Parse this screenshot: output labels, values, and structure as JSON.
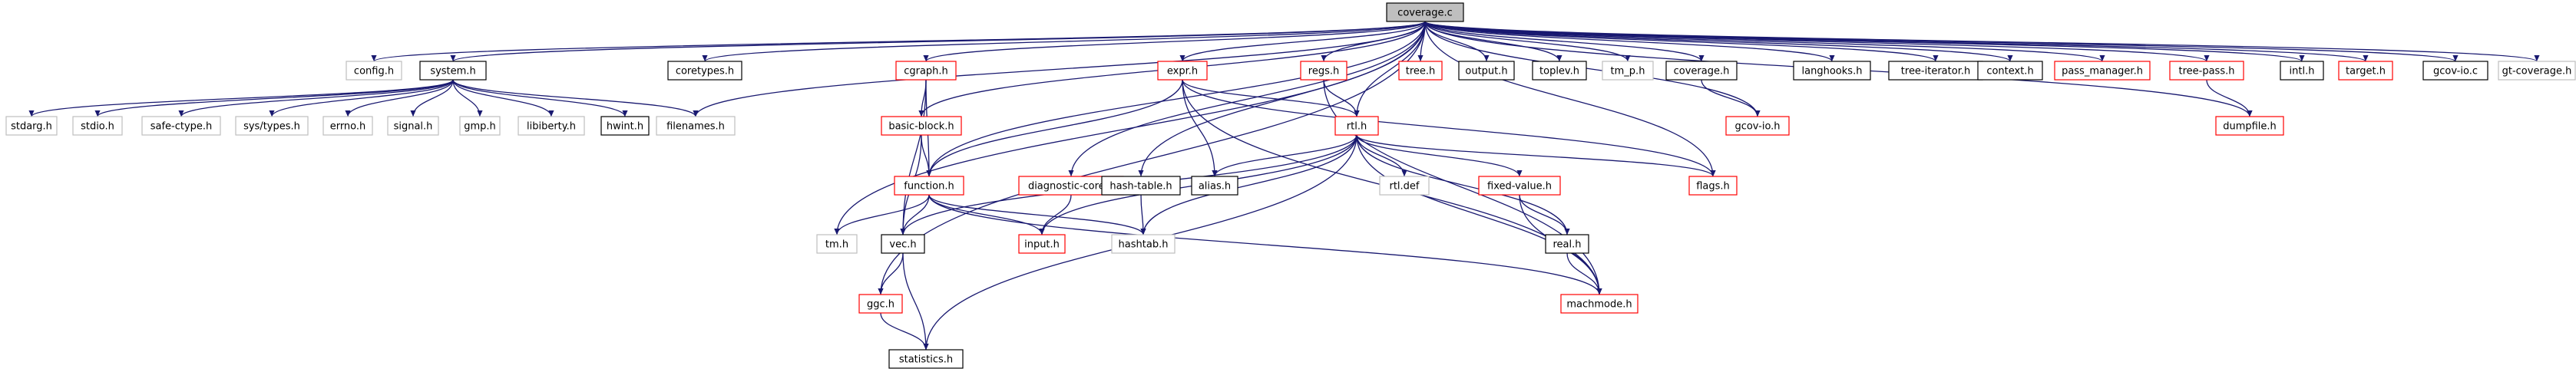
{
  "nodes": [
    {
      "id": "coverage_c",
      "label": "coverage.c",
      "style": "root"
    },
    {
      "id": "config_h",
      "label": "config.h",
      "style": "gray"
    },
    {
      "id": "system_h",
      "label": "system.h",
      "style": "black"
    },
    {
      "id": "filenames_h",
      "label": "filenames.h",
      "style": "gray"
    },
    {
      "id": "coretypes_h",
      "label": "coretypes.h",
      "style": "black"
    },
    {
      "id": "cgraph_h",
      "label": "cgraph.h",
      "style": "red"
    },
    {
      "id": "expr_h",
      "label": "expr.h",
      "style": "red"
    },
    {
      "id": "regs_h",
      "label": "regs.h",
      "style": "red"
    },
    {
      "id": "tree_h",
      "label": "tree.h",
      "style": "red"
    },
    {
      "id": "output_h",
      "label": "output.h",
      "style": "black"
    },
    {
      "id": "toplev_h",
      "label": "toplev.h",
      "style": "black"
    },
    {
      "id": "tm_p_h",
      "label": "tm_p.h",
      "style": "gray"
    },
    {
      "id": "coverage_h",
      "label": "coverage.h",
      "style": "black"
    },
    {
      "id": "langhooks_h",
      "label": "langhooks.h",
      "style": "black"
    },
    {
      "id": "tree_iterator_h",
      "label": "tree-iterator.h",
      "style": "black"
    },
    {
      "id": "context_h",
      "label": "context.h",
      "style": "black"
    },
    {
      "id": "pass_manager_h",
      "label": "pass_manager.h",
      "style": "red"
    },
    {
      "id": "tree_pass_h",
      "label": "tree-pass.h",
      "style": "red"
    },
    {
      "id": "intl_h",
      "label": "intl.h",
      "style": "black"
    },
    {
      "id": "target_h",
      "label": "target.h",
      "style": "red"
    },
    {
      "id": "gcov_io_c",
      "label": "gcov-io.c",
      "style": "black"
    },
    {
      "id": "gt_coverage_h",
      "label": "gt-coverage.h",
      "style": "gray"
    },
    {
      "id": "stdarg_h",
      "label": "stdarg.h",
      "style": "gray"
    },
    {
      "id": "stdio_h",
      "label": "stdio.h",
      "style": "gray"
    },
    {
      "id": "safe_ctype_h",
      "label": "safe-ctype.h",
      "style": "gray"
    },
    {
      "id": "sys_types_h",
      "label": "sys/types.h",
      "style": "gray"
    },
    {
      "id": "errno_h",
      "label": "errno.h",
      "style": "gray"
    },
    {
      "id": "signal_h",
      "label": "signal.h",
      "style": "gray"
    },
    {
      "id": "gmp_h",
      "label": "gmp.h",
      "style": "gray"
    },
    {
      "id": "libiberty_h",
      "label": "libiberty.h",
      "style": "gray"
    },
    {
      "id": "hwint_h",
      "label": "hwint.h",
      "style": "black"
    },
    {
      "id": "basic_block_h",
      "label": "basic-block.h",
      "style": "red"
    },
    {
      "id": "function_h",
      "label": "function.h",
      "style": "red"
    },
    {
      "id": "diagnostic_core_h",
      "label": "diagnostic-core.h",
      "style": "red"
    },
    {
      "id": "hash_table_h",
      "label": "hash-table.h",
      "style": "black"
    },
    {
      "id": "alias_h",
      "label": "alias.h",
      "style": "black"
    },
    {
      "id": "rtl_h",
      "label": "rtl.h",
      "style": "red"
    },
    {
      "id": "rtl_def",
      "label": "rtl.def",
      "style": "gray"
    },
    {
      "id": "fixed_value_h",
      "label": "fixed-value.h",
      "style": "red"
    },
    {
      "id": "flags_h",
      "label": "flags.h",
      "style": "red"
    },
    {
      "id": "gcov_io_h",
      "label": "gcov-io.h",
      "style": "red"
    },
    {
      "id": "dumpfile_h",
      "label": "dumpfile.h",
      "style": "red"
    },
    {
      "id": "tm_h",
      "label": "tm.h",
      "style": "gray"
    },
    {
      "id": "vec_h",
      "label": "vec.h",
      "style": "black"
    },
    {
      "id": "input_h",
      "label": "input.h",
      "style": "red"
    },
    {
      "id": "hashtab_h",
      "label": "hashtab.h",
      "style": "gray"
    },
    {
      "id": "real_h",
      "label": "real.h",
      "style": "black"
    },
    {
      "id": "ggc_h",
      "label": "ggc.h",
      "style": "red"
    },
    {
      "id": "machmode_h",
      "label": "machmode.h",
      "style": "red"
    },
    {
      "id": "statistics_h",
      "label": "statistics.h",
      "style": "black"
    }
  ],
  "edges": [
    [
      "coverage_c",
      "config_h"
    ],
    [
      "coverage_c",
      "system_h"
    ],
    [
      "coverage_c",
      "filenames_h"
    ],
    [
      "coverage_c",
      "coretypes_h"
    ],
    [
      "coverage_c",
      "cgraph_h"
    ],
    [
      "coverage_c",
      "expr_h"
    ],
    [
      "coverage_c",
      "regs_h"
    ],
    [
      "coverage_c",
      "tree_h"
    ],
    [
      "coverage_c",
      "output_h"
    ],
    [
      "coverage_c",
      "toplev_h"
    ],
    [
      "coverage_c",
      "tm_p_h"
    ],
    [
      "coverage_c",
      "coverage_h"
    ],
    [
      "coverage_c",
      "langhooks_h"
    ],
    [
      "coverage_c",
      "tree_iterator_h"
    ],
    [
      "coverage_c",
      "context_h"
    ],
    [
      "coverage_c",
      "pass_manager_h"
    ],
    [
      "coverage_c",
      "tree_pass_h"
    ],
    [
      "coverage_c",
      "intl_h"
    ],
    [
      "coverage_c",
      "target_h"
    ],
    [
      "coverage_c",
      "gcov_io_c"
    ],
    [
      "coverage_c",
      "gt_coverage_h"
    ],
    [
      "coverage_c",
      "basic_block_h"
    ],
    [
      "coverage_c",
      "function_h"
    ],
    [
      "coverage_c",
      "diagnostic_core_h"
    ],
    [
      "coverage_c",
      "hash_table_h"
    ],
    [
      "coverage_c",
      "rtl_h"
    ],
    [
      "coverage_c",
      "flags_h"
    ],
    [
      "coverage_c",
      "gcov_io_h"
    ],
    [
      "coverage_c",
      "dumpfile_h"
    ],
    [
      "coverage_c",
      "tm_h"
    ],
    [
      "coverage_c",
      "ggc_h"
    ],
    [
      "system_h",
      "stdarg_h"
    ],
    [
      "system_h",
      "stdio_h"
    ],
    [
      "system_h",
      "safe_ctype_h"
    ],
    [
      "system_h",
      "sys_types_h"
    ],
    [
      "system_h",
      "errno_h"
    ],
    [
      "system_h",
      "signal_h"
    ],
    [
      "system_h",
      "gmp_h"
    ],
    [
      "system_h",
      "libiberty_h"
    ],
    [
      "system_h",
      "hwint_h"
    ],
    [
      "system_h",
      "filenames_h"
    ],
    [
      "cgraph_h",
      "basic_block_h"
    ],
    [
      "cgraph_h",
      "function_h"
    ],
    [
      "cgraph_h",
      "vec_h"
    ],
    [
      "basic_block_h",
      "function_h"
    ],
    [
      "basic_block_h",
      "vec_h"
    ],
    [
      "function_h",
      "tm_h"
    ],
    [
      "function_h",
      "vec_h"
    ],
    [
      "function_h",
      "input_h"
    ],
    [
      "function_h",
      "hashtab_h"
    ],
    [
      "function_h",
      "machmode_h"
    ],
    [
      "diagnostic_core_h",
      "input_h"
    ],
    [
      "hash_table_h",
      "hashtab_h"
    ],
    [
      "expr_h",
      "function_h"
    ],
    [
      "expr_h",
      "alias_h"
    ],
    [
      "expr_h",
      "rtl_h"
    ],
    [
      "expr_h",
      "flags_h"
    ],
    [
      "expr_h",
      "machmode_h"
    ],
    [
      "regs_h",
      "rtl_h"
    ],
    [
      "regs_h",
      "machmode_h"
    ],
    [
      "rtl_h",
      "alias_h"
    ],
    [
      "rtl_h",
      "rtl_def"
    ],
    [
      "rtl_h",
      "fixed_value_h"
    ],
    [
      "rtl_h",
      "flags_h"
    ],
    [
      "rtl_h",
      "real_h"
    ],
    [
      "rtl_h",
      "machmode_h"
    ],
    [
      "rtl_h",
      "vec_h"
    ],
    [
      "rtl_h",
      "input_h"
    ],
    [
      "rtl_h",
      "hashtab_h"
    ],
    [
      "rtl_h",
      "statistics_h"
    ],
    [
      "fixed_value_h",
      "real_h"
    ],
    [
      "fixed_value_h",
      "machmode_h"
    ],
    [
      "real_h",
      "machmode_h"
    ],
    [
      "coverage_h",
      "gcov_io_h"
    ],
    [
      "tree_pass_h",
      "dumpfile_h"
    ],
    [
      "vec_h",
      "ggc_h"
    ],
    [
      "vec_h",
      "statistics_h"
    ],
    [
      "ggc_h",
      "statistics_h"
    ]
  ],
  "colors": {
    "edge": "#191970",
    "root_fill": "#bfbfbf",
    "black_border": "#000000",
    "red_border": "#ff0000",
    "gray_border": "#bfbfbf",
    "text": "#000000"
  }
}
